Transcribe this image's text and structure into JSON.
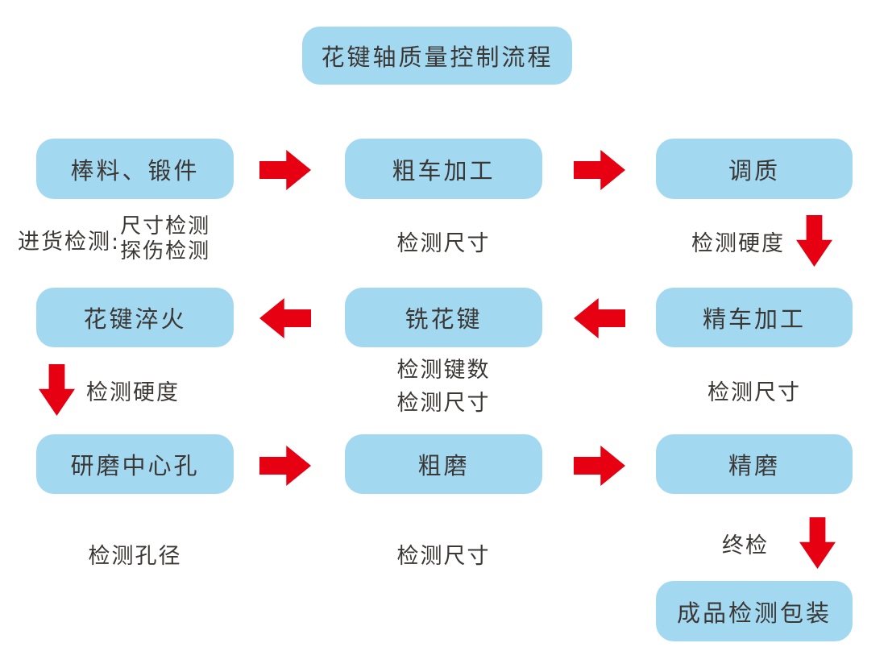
{
  "title": "花键轴质量控制流程",
  "colors": {
    "box_blue": "#a3d8f1",
    "arrow_red": "#e60012",
    "text": "#3b3735",
    "background": "#ffffff"
  },
  "boxes": {
    "r1c1": "棒料、锻件",
    "r1c2": "粗车加工",
    "r1c3": "调质",
    "r2c1": "花键淬火",
    "r2c2": "铣花键",
    "r2c3": "精车加工",
    "r3c1": "研磨中心孔",
    "r3c2": "粗磨",
    "r3c3": "精磨",
    "final": "成品检测包装"
  },
  "annotations": {
    "incoming_label": "进货检测:",
    "incoming_line1": "尺寸检测",
    "incoming_line2": "探伤检测",
    "r1c2": "检测尺寸",
    "r1c3": "检测硬度",
    "r2c1": "检测硬度",
    "r2c2_line1": "检测键数",
    "r2c2_line2": "检测尺寸",
    "r2c3": "检测尺寸",
    "r3c1": "检测孔径",
    "r3c2": "检测尺寸",
    "r3c3": "终检"
  },
  "arrows": [
    {
      "from": "棒料、锻件",
      "to": "粗车加工",
      "direction": "right"
    },
    {
      "from": "粗车加工",
      "to": "调质",
      "direction": "right"
    },
    {
      "from": "调质",
      "to": "精车加工",
      "direction": "down"
    },
    {
      "from": "精车加工",
      "to": "铣花键",
      "direction": "left"
    },
    {
      "from": "铣花键",
      "to": "花键淬火",
      "direction": "left"
    },
    {
      "from": "花键淬火",
      "to": "研磨中心孔",
      "direction": "down"
    },
    {
      "from": "研磨中心孔",
      "to": "粗磨",
      "direction": "right"
    },
    {
      "from": "粗磨",
      "to": "精磨",
      "direction": "right"
    },
    {
      "from": "精磨",
      "to": "成品检测包装",
      "direction": "down"
    }
  ]
}
